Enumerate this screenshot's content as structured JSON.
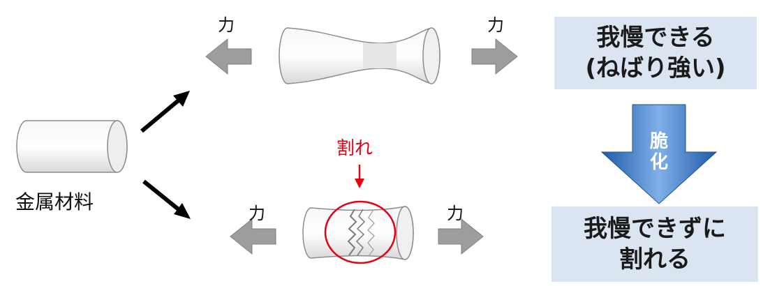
{
  "labels": {
    "material": "金属材料",
    "force": "力",
    "crack": "割れ"
  },
  "boxes": {
    "ductile": "我慢できる\n(ねばり強い)",
    "brittle": "我慢できずに\n割れる"
  },
  "transition": "脆化",
  "colors": {
    "box_fill": "#dbe5f1",
    "crack_red": "#e60012",
    "arrow_gray": "#9d9d9d",
    "blue_arrow": "#2f6fbf"
  }
}
